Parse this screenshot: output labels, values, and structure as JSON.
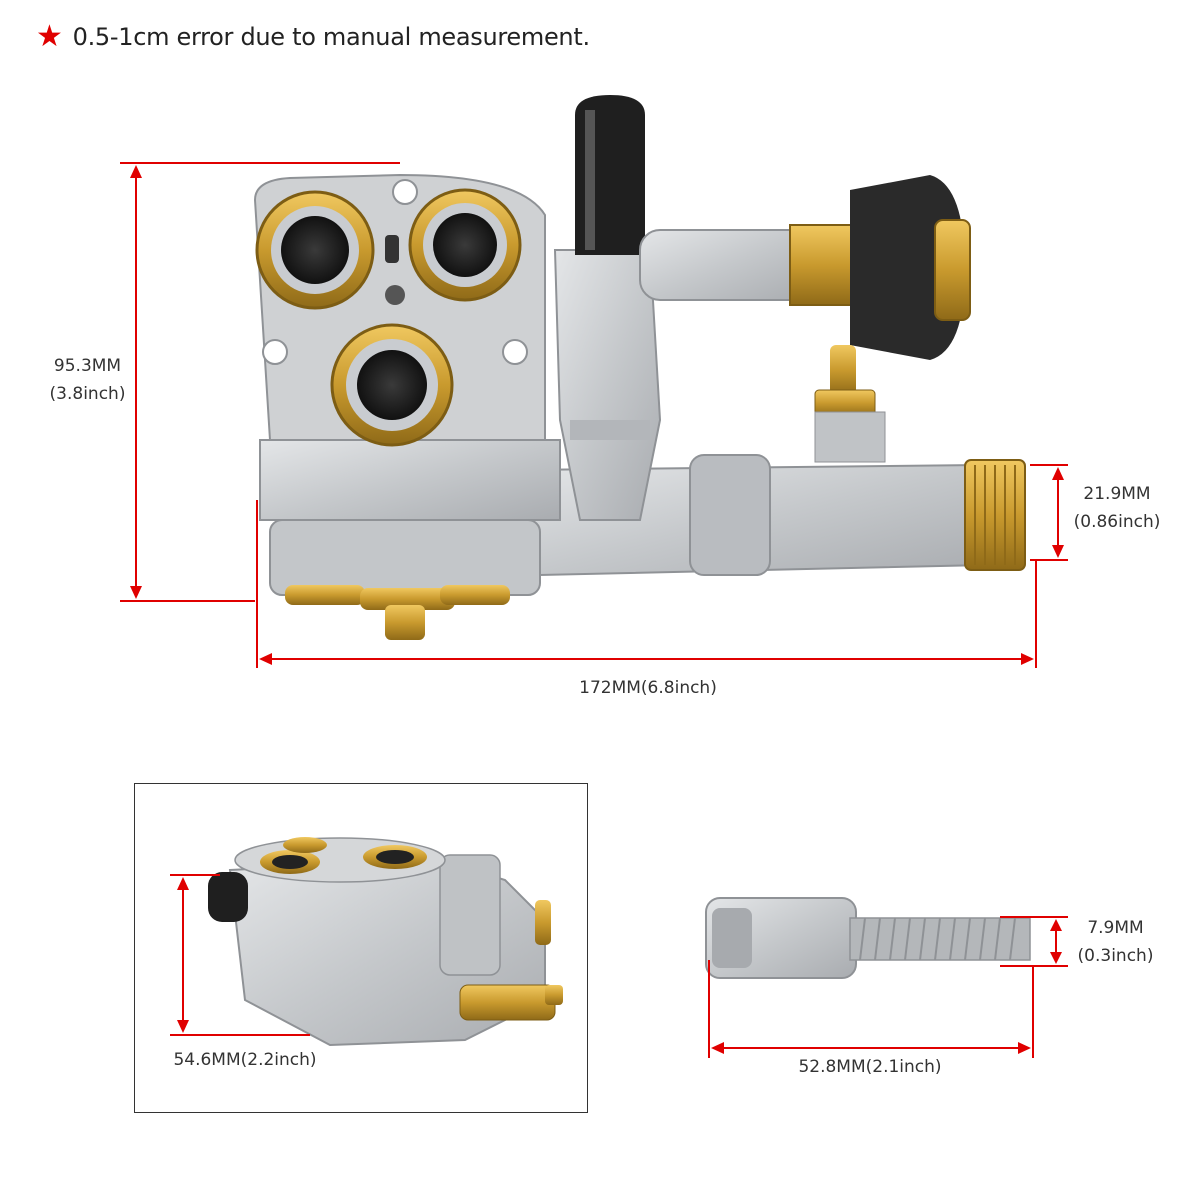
{
  "note": {
    "icon": "star-icon",
    "text": "0.5-1cm error due to manual measurement."
  },
  "colors": {
    "dimension_line": "#e00000",
    "brass": "#c99a2e",
    "aluminum": "#c7c9cb",
    "rubber": "#2a2a2a"
  },
  "dimensions": {
    "height": {
      "mm": "95.3MM",
      "inch": "(3.8inch)"
    },
    "outlet_diameter": {
      "mm": "21.9MM",
      "inch": "(0.86inch)"
    },
    "length": {
      "label": "172MM(6.8inch)"
    },
    "mounting_height": {
      "label": "54.6MM(2.2inch)"
    },
    "bolt_diameter": {
      "mm": "7.9MM",
      "inch": "(0.3inch)"
    },
    "bolt_length": {
      "label": "52.8MM(2.1inch)"
    }
  }
}
